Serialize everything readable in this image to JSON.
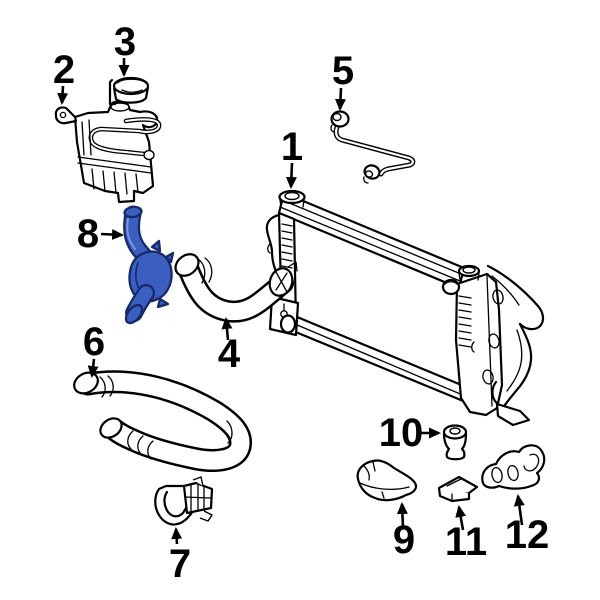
{
  "colors": {
    "line": "#000000",
    "background": "#ffffff",
    "highlight-fill": "#3B5EC1",
    "highlight-stroke": "#16296B",
    "highlight-light": "#7C97DC"
  },
  "callouts": [
    {
      "number": "1"
    },
    {
      "number": "2"
    },
    {
      "number": "3"
    },
    {
      "number": "4"
    },
    {
      "number": "5"
    },
    {
      "number": "6"
    },
    {
      "number": "7"
    },
    {
      "number": "8",
      "highlighted": true
    },
    {
      "number": "9"
    },
    {
      "number": "10"
    },
    {
      "number": "11"
    },
    {
      "number": "12"
    }
  ]
}
